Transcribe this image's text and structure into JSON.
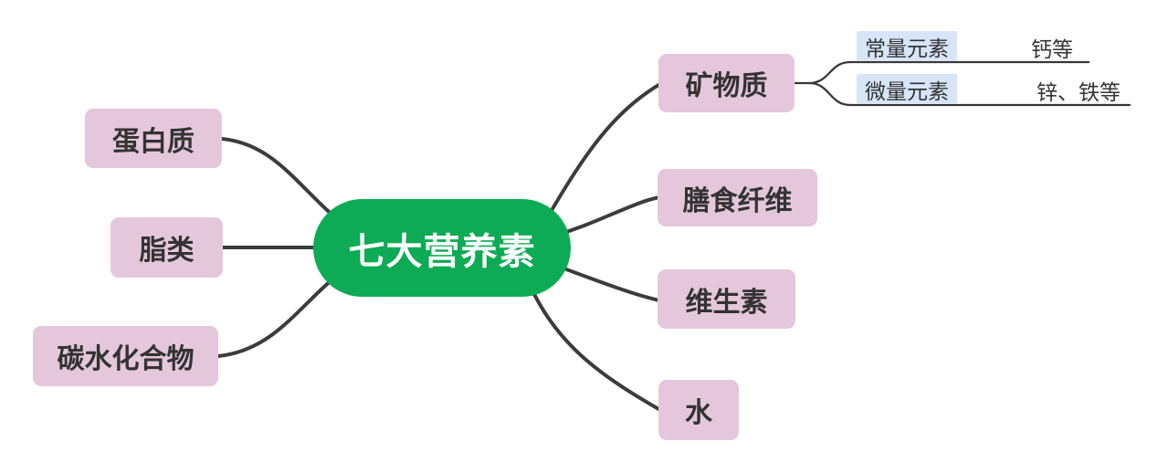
{
  "diagram": {
    "type": "mindmap",
    "center": {
      "label": "七大营养素"
    },
    "left_branches": [
      {
        "label": "蛋白质"
      },
      {
        "label": "脂类"
      },
      {
        "label": "碳水化合物"
      }
    ],
    "right_branches": [
      {
        "label": "矿物质",
        "children": [
          {
            "label": "常量元素",
            "children": [
              {
                "label": "钙等"
              }
            ]
          },
          {
            "label": "微量元素",
            "children": [
              {
                "label": "锌、铁等"
              }
            ]
          }
        ]
      },
      {
        "label": "膳食纤维"
      },
      {
        "label": "维生素"
      },
      {
        "label": "水"
      }
    ]
  },
  "colors": {
    "center_fill": "#0dab55",
    "center_text": "#ffffff",
    "branch_fill": "#e5c7dc",
    "sub_fill": "#d8e5f8",
    "edge_stroke": "#3c3c3c",
    "text": "#333333",
    "background": "#ffffff"
  }
}
